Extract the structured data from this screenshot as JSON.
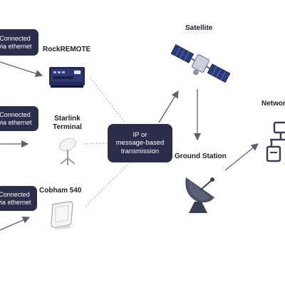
{
  "sources": [
    {
      "pill_line1": "Connected",
      "pill_line2": "via ethernet",
      "device": "RockREMOTE"
    },
    {
      "pill_line1": "Connected",
      "pill_line2": "via ethernet",
      "device_line1": "Starlink",
      "device_line2": "Terminal"
    },
    {
      "pill_line1": "Connected",
      "pill_line2": "via ethernet",
      "device": "Cobham 540"
    }
  ],
  "hub": {
    "line1": "IP or",
    "line2": "message-based",
    "line3": "transmission"
  },
  "satellite": "Satellite",
  "ground_station": "Ground Station",
  "network": "Network",
  "icons": [
    "rockremote-device-icon",
    "starlink-terminal-icon",
    "cobham-terminal-icon",
    "satellite-icon",
    "ground-station-dish-icon",
    "network-icon"
  ],
  "colors": {
    "box": "#2b2d4a",
    "line": "#5f6070",
    "dotted": "#8c8c96",
    "device": "#232a5c",
    "dish": "#3d4055"
  }
}
